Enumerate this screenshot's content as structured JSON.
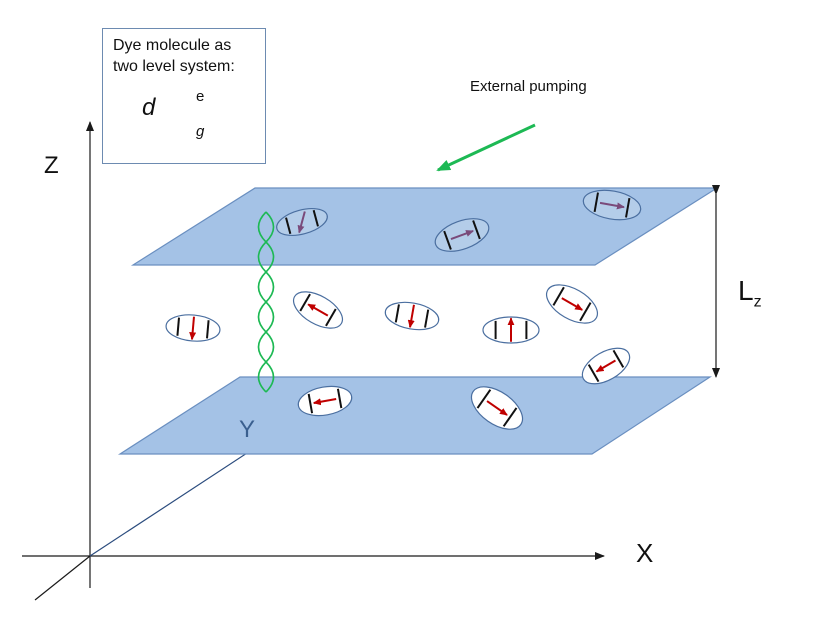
{
  "legend": {
    "line1": "Dye molecule as",
    "line2": "two level system:",
    "dipole_symbol": "d",
    "excited_label": "e",
    "ground_label": "g"
  },
  "labels": {
    "pumping": "External pumping",
    "axis_x": "X",
    "axis_y": "Y",
    "axis_z": "Z",
    "spacing_main": "L",
    "spacing_sub": "z"
  },
  "colors": {
    "plate_fill": "#a4c2e6",
    "plate_stroke": "#6a8fc0",
    "dipole_arrow": "#c00000",
    "dipole_arrow_dim": "#7a4a7a",
    "pump_arrow": "#1db954",
    "helix": "#1db954",
    "axis": "#1a1a1a"
  },
  "molecules": [
    {
      "id": "upper-1",
      "layer": "upper-plate",
      "tilt_deg": 75,
      "dipole_deg": 105
    },
    {
      "id": "upper-2",
      "layer": "upper-plate",
      "tilt_deg": -20,
      "dipole_deg": -20
    },
    {
      "id": "upper-3",
      "layer": "upper-plate",
      "tilt_deg": 10,
      "dipole_deg": 10
    },
    {
      "id": "mid-1",
      "layer": "cavity",
      "tilt_deg": 95,
      "dipole_deg": 95
    },
    {
      "id": "mid-2",
      "layer": "cavity",
      "tilt_deg": 30,
      "dipole_deg": 210
    },
    {
      "id": "mid-3",
      "layer": "cavity",
      "tilt_deg": 100,
      "dipole_deg": 100
    },
    {
      "id": "mid-4",
      "layer": "cavity",
      "tilt_deg": 90,
      "dipole_deg": 270
    },
    {
      "id": "mid-5",
      "layer": "cavity",
      "tilt_deg": 30,
      "dipole_deg": 30
    },
    {
      "id": "mid-6",
      "layer": "cavity",
      "tilt_deg": -30,
      "dipole_deg": 150
    },
    {
      "id": "lower-1",
      "layer": "lower-plate",
      "tilt_deg": -10,
      "dipole_deg": 170
    },
    {
      "id": "lower-2",
      "layer": "lower-plate",
      "tilt_deg": 35,
      "dipole_deg": 35
    }
  ]
}
